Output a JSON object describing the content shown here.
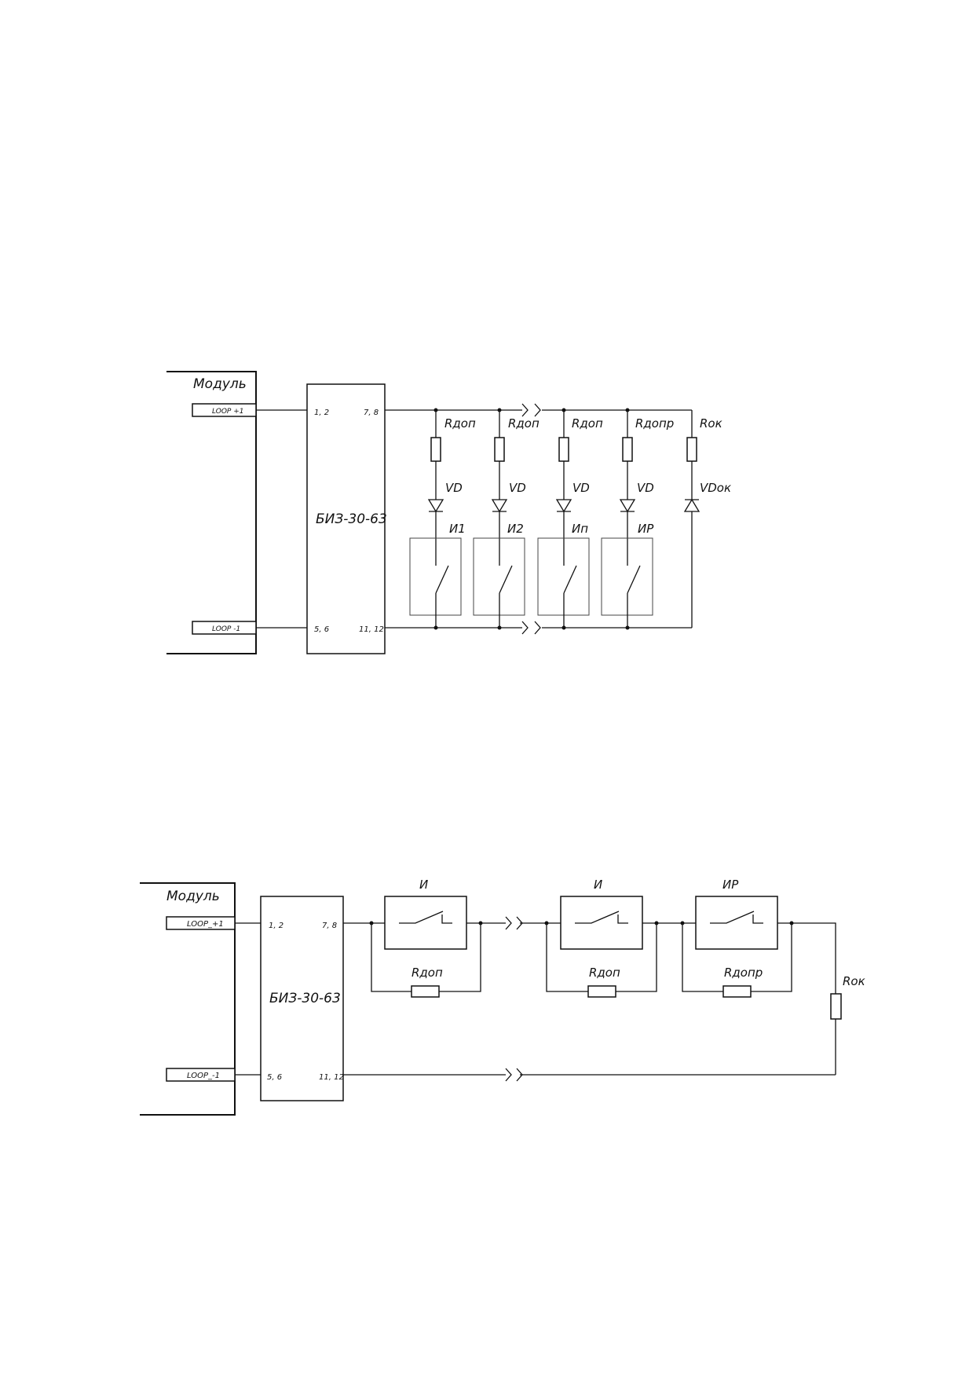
{
  "diagram1": {
    "module_label": "Модуль",
    "loop_plus": "LOOP +1",
    "loop_minus": "LOOP -1",
    "block_label": "БИЗ-30-63",
    "pin_in_top": "1, 2",
    "pin_out_top": "7, 8",
    "pin_in_bottom": "5, 6",
    "pin_out_bottom": "11, 12",
    "branches": [
      {
        "r": "Rдоп",
        "vd": "VD",
        "det": "И1"
      },
      {
        "r": "Rдоп",
        "vd": "VD",
        "det": "И2"
      },
      {
        "r": "Rдоп",
        "vd": "VD",
        "det": "Ип"
      },
      {
        "r": "Rдопр",
        "vd": "VD",
        "det": "ИР"
      }
    ],
    "end_r": "Rок",
    "end_vd": "VDок"
  },
  "diagram2": {
    "module_label": "Модуль",
    "loop_plus": "LOOP_+1",
    "loop_minus": "LOOP_-1",
    "block_label": "БИЗ-30-63",
    "pin_in_top": "1, 2",
    "pin_out_top": "7, 8",
    "pin_in_bottom": "5, 6",
    "pin_out_bottom": "11, 12",
    "detectors": [
      {
        "name": "И",
        "r": "Rдоп"
      },
      {
        "name": "И",
        "r": "Rдоп"
      },
      {
        "name": "ИР",
        "r": "Rдопр"
      }
    ],
    "end_r": "Rок"
  }
}
